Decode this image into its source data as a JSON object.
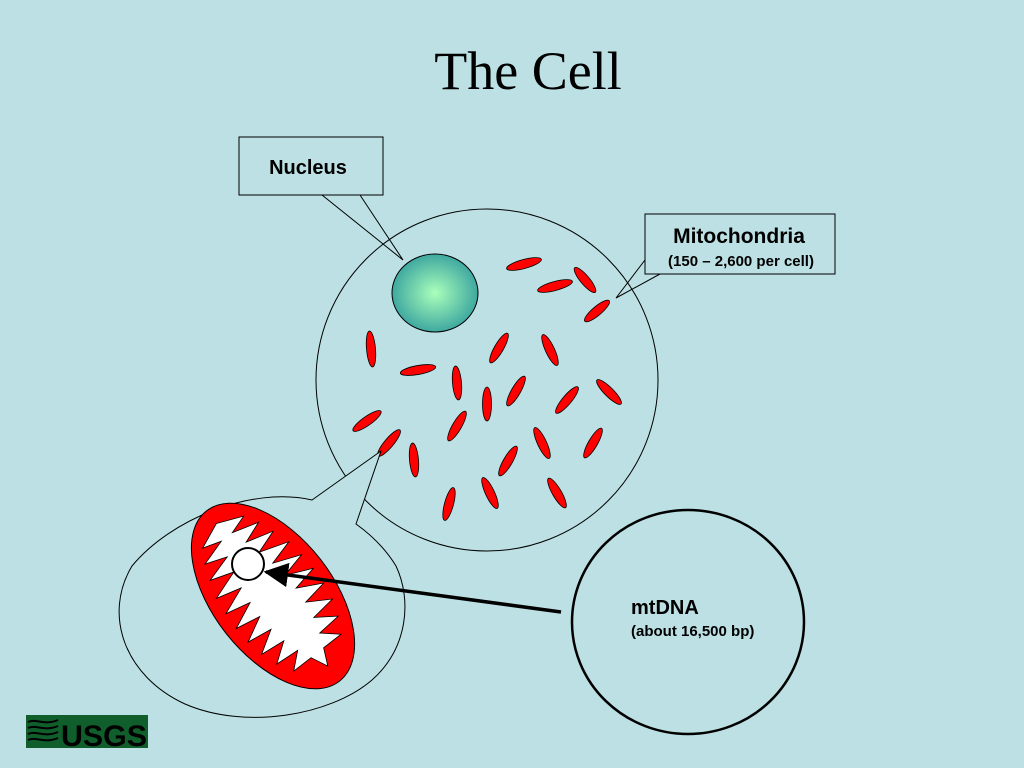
{
  "slide": {
    "title": "The Cell"
  },
  "labels": {
    "nucleus": "Nucleus",
    "mitochondria": "Mitochondria",
    "mitochondria_count": "(150 – 2,600 per cell)",
    "mtdna": "mtDNA",
    "mtdna_size": "(about 16,500 bp)"
  },
  "logo": {
    "text": "USGS"
  },
  "colors": {
    "background": "#bce0e3",
    "mitochondria": "#ff0000",
    "nucleus_center": "#a8ffb8",
    "nucleus_edge": "#3fa8a0"
  }
}
